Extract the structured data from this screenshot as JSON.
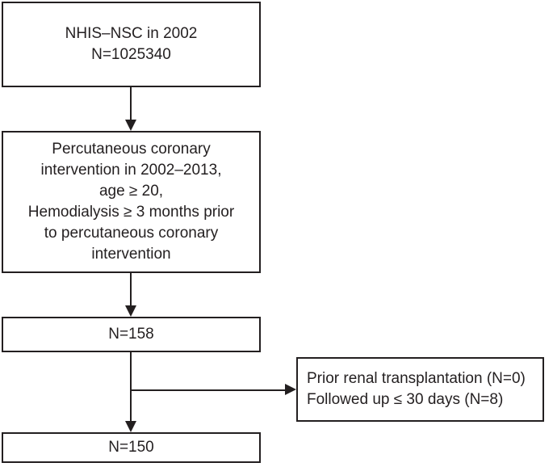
{
  "colors": {
    "line": "#231f20",
    "text": "#231f20",
    "box_background": "#ffffff",
    "page_background": "#ffffff"
  },
  "boxes": {
    "cohort": {
      "lines": [
        "NHIS–NSC in 2002",
        "N=1025340"
      ]
    },
    "criteria": {
      "lines": [
        "Percutaneous coronary",
        "intervention in 2002–2013,",
        "age ≥ 20,",
        "Hemodialysis ≥ 3 months prior",
        "to percutaneous coronary",
        "intervention"
      ]
    },
    "n158": {
      "lines": [
        "N=158"
      ]
    },
    "exclusions": {
      "lines": [
        "Prior renal transplantation (N=0)",
        "Followed up ≤ 30 days (N=8)"
      ]
    },
    "n150": {
      "lines": [
        "N=150"
      ]
    }
  }
}
